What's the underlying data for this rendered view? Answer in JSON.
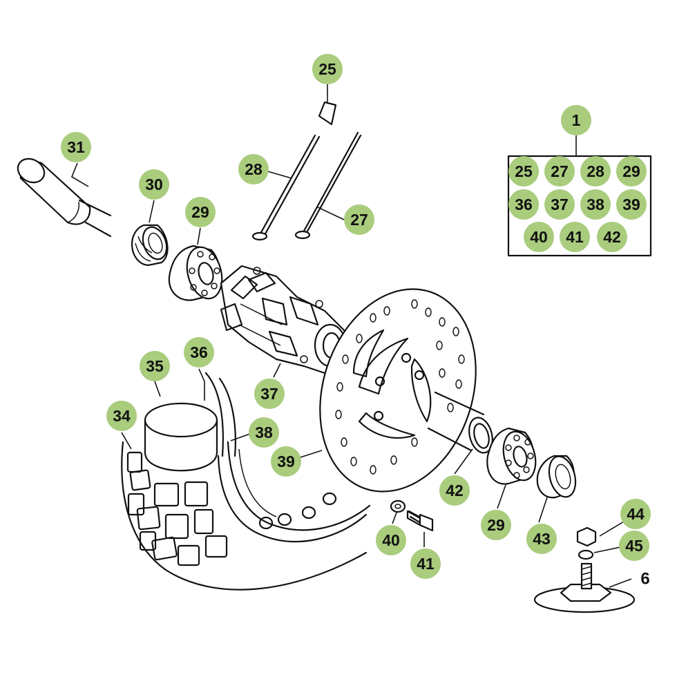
{
  "callouts": {
    "c25": "25",
    "c28": "28",
    "c27": "27",
    "c31": "31",
    "c30": "30",
    "c29a": "29",
    "c1": "1",
    "c37": "37",
    "c35": "35",
    "c36": "36",
    "c34": "34",
    "c38": "38",
    "c39": "39",
    "c42": "42",
    "c29b": "29",
    "c43": "43",
    "c40": "40",
    "c41": "41",
    "c44": "44",
    "c45": "45",
    "c6": "6"
  },
  "kit_box": {
    "items": [
      "25",
      "27",
      "28",
      "29",
      "36",
      "37",
      "38",
      "39",
      "40",
      "41",
      "42"
    ]
  },
  "colors": {
    "badge": "#a9cc7d",
    "line": "#111111",
    "background": "#ffffff"
  }
}
